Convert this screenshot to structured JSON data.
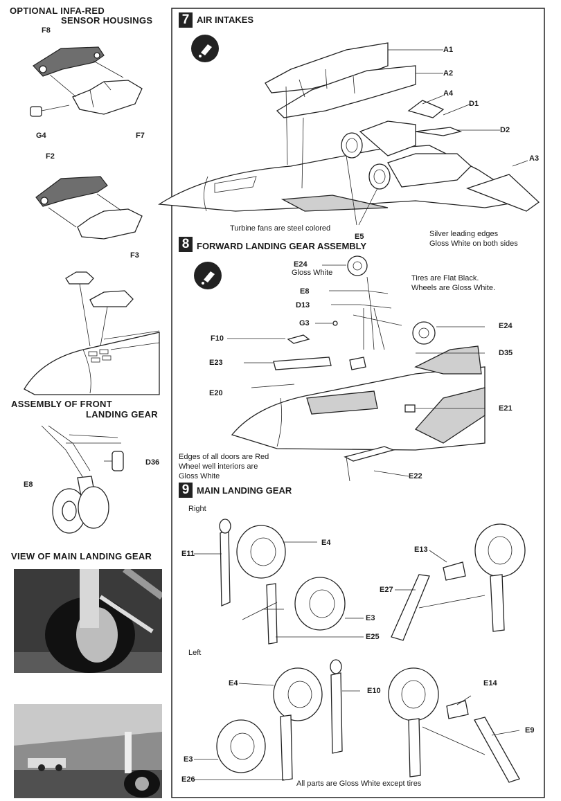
{
  "left_column": {
    "optional_title": [
      "OPTIONAL INFA-RED",
      "SENSOR HOUSINGS"
    ],
    "parts_upper": {
      "f8": "F8",
      "g4": "G4",
      "f7": "F7"
    },
    "parts_lower": {
      "f2": "F2",
      "f3": "F3"
    },
    "front_gear_title": [
      "ASSEMBLY OF FRONT",
      "LANDING GEAR"
    ],
    "front_gear_parts": {
      "d36": "D36",
      "e8": "E8"
    },
    "main_gear_view_title": "VIEW OF MAIN LANDING GEAR"
  },
  "step7": {
    "number": "7",
    "title": "AIR INTAKES",
    "parts": {
      "a1": "A1",
      "a2": "A2",
      "a4": "A4",
      "d1": "D1",
      "d2": "D2",
      "a3": "A3",
      "e5": "E5"
    },
    "note_turbine": "Turbine fans are steel colored",
    "note_leading_edges": [
      "Silver leading edges",
      "Gloss White on both sides"
    ]
  },
  "step8": {
    "number": "8",
    "title": "FORWARD LANDING GEAR ASSEMBLY",
    "parts": {
      "e24_top": "E24",
      "e8": "E8",
      "d13": "D13",
      "g3": "G3",
      "f10": "F10",
      "e23": "E23",
      "e20": "E20",
      "e24_right": "E24",
      "d35": "D35",
      "e21": "E21",
      "e22": "E22"
    },
    "note_e24": "Gloss White",
    "note_tires": [
      "Tires are Flat Black.",
      "Wheels are Gloss White."
    ],
    "note_doors": [
      "Edges of all doors are Red",
      "Wheel well interiors are",
      "Gloss White"
    ]
  },
  "step9": {
    "number": "9",
    "title": "MAIN LANDING GEAR",
    "right_label": "Right",
    "left_label": "Left",
    "parts_right": {
      "e11": "E11",
      "e4": "E4",
      "e3": "E3",
      "e25": "E25",
      "e13": "E13",
      "e27": "E27"
    },
    "parts_left": {
      "e4": "E4",
      "e10": "E10",
      "e3": "E3",
      "e26": "E26",
      "e14": "E14",
      "e9": "E9"
    },
    "note_parts": "All parts are Gloss White except tires"
  }
}
